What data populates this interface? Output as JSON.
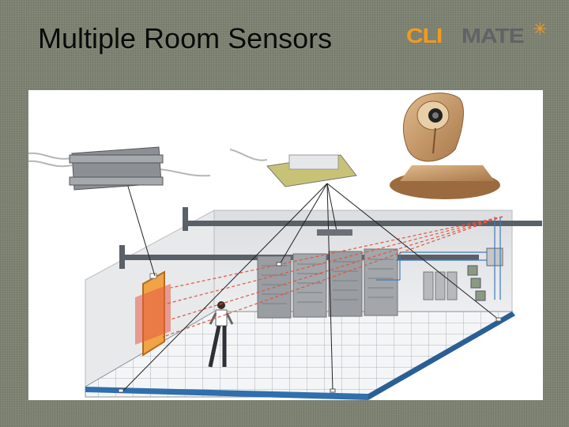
{
  "slide": {
    "title": "Multiple Room Sensors"
  },
  "logo": {
    "part1": "CLI",
    "part2": "MATE",
    "star_glyph": "✳"
  },
  "colors": {
    "background": "#7d8272",
    "logo_orange": "#f39a1e",
    "logo_gray": "#5f6366",
    "laser_red": "#e0573f",
    "wire_blue": "#3b7bbf",
    "wall": "#e3e4e6",
    "floor_base": "#2f6fae",
    "cabinet": "#9a9da1"
  }
}
